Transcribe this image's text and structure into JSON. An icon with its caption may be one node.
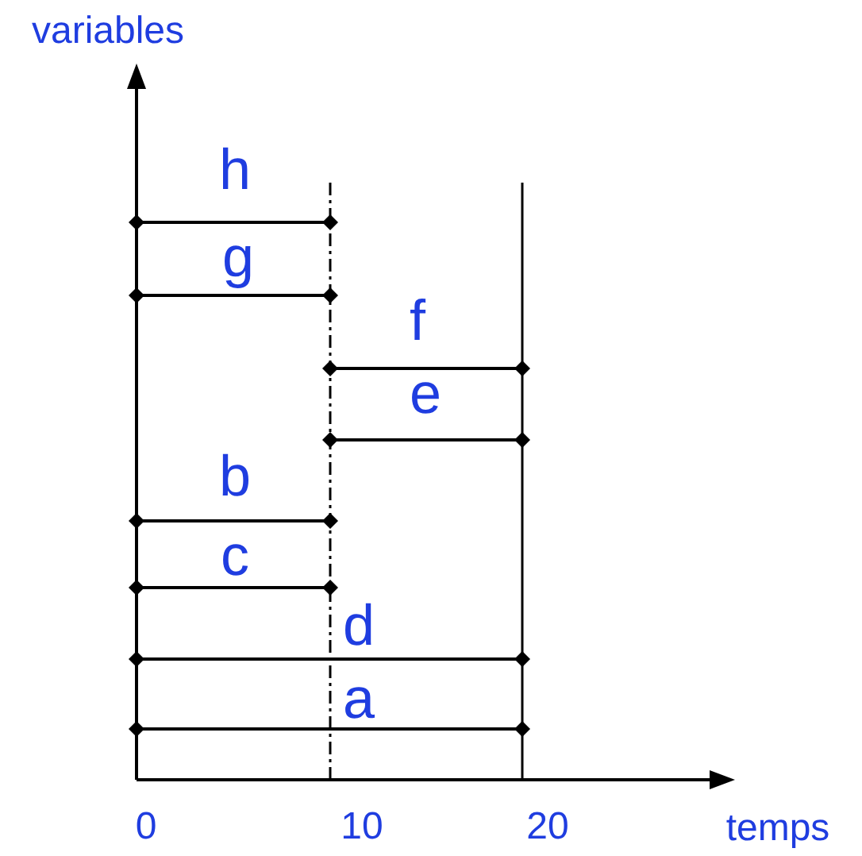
{
  "diagram": {
    "labels": [
      "variables",
      "h",
      "g",
      "f",
      "e",
      "b",
      "c",
      "d",
      "a",
      "0",
      "10",
      "20",
      "temps"
    ]
  }
}
